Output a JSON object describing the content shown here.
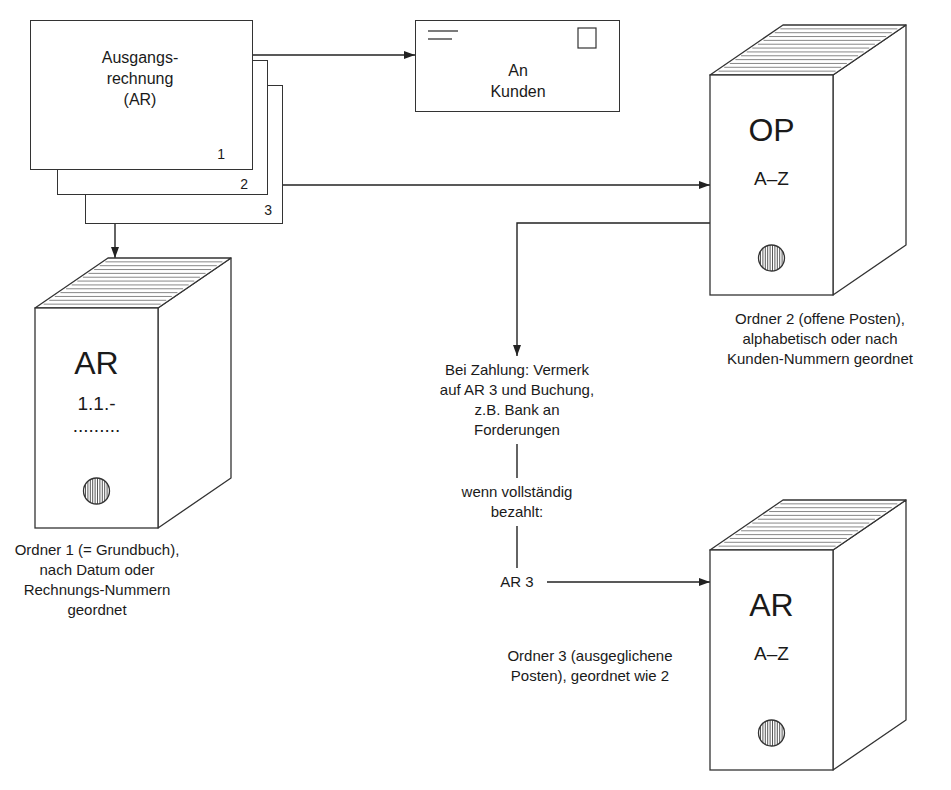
{
  "diagram": {
    "nodes": [
      {
        "text": [
          "Ausgangs- rechnung (AR)",
          "1"
        ]
      },
      {
        "text": [
          "2"
        ]
      },
      {
        "text": [
          "3"
        ]
      },
      {
        "text": [
          "An Kunden"
        ]
      },
      {
        "text": [
          "OP",
          "A–Z",
          "Ordner 2 (offene Posten), alphabetisch oder nach Kunden-Nummern geordnet"
        ]
      },
      {
        "text": [
          "AR",
          "1.1.-",
          ".........",
          "Ordner 1 (= Grundbuch), nach Datum oder Rechnungs-Nummern geordnet"
        ]
      },
      {
        "text": [
          "Bei Zahlung: Vermerk auf AR 3 und Buchung, z.B. Bank an Forderungen"
        ]
      },
      {
        "text": [
          "wenn vollständig bezahlt:"
        ]
      },
      {
        "text": [
          "AR 3"
        ]
      },
      {
        "text": [
          "AR",
          "A–Z",
          "Ordner 3 (ausgeglichene Posten), geordnet wie 2"
        ]
      }
    ],
    "edges": [
      {
        "from": 0,
        "to": 3,
        "arrow": "to"
      },
      {
        "from": 2,
        "to": 4,
        "arrow": "to"
      },
      {
        "from": 2,
        "to": 5,
        "arrow": "to"
      },
      {
        "from": 4,
        "to": 6,
        "arrow": "to"
      },
      {
        "from": 6,
        "to": 7,
        "arrow": "none"
      },
      {
        "from": 7,
        "to": 8,
        "arrow": "none"
      },
      {
        "from": 8,
        "to": 9,
        "arrow": "to"
      }
    ]
  }
}
